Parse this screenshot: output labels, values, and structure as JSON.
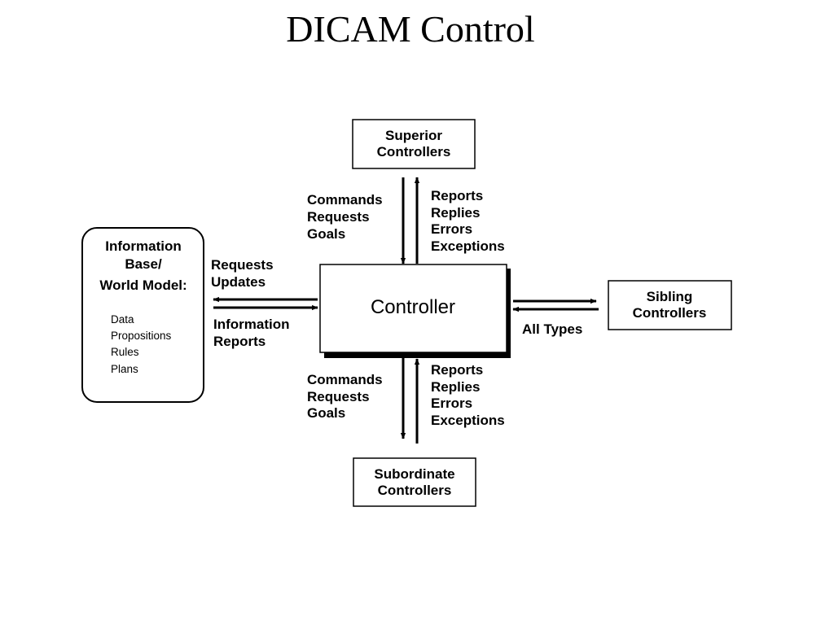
{
  "slide": {
    "title": "DICAM Control"
  },
  "nodes": {
    "superior": {
      "lines": [
        "Superior",
        "Controllers"
      ]
    },
    "subordinate": {
      "lines": [
        "Subordinate",
        "Controllers"
      ]
    },
    "sibling": {
      "lines": [
        "Sibling",
        "Controllers"
      ]
    },
    "controller": {
      "label": "Controller"
    },
    "info_base": {
      "lines": [
        "Information",
        "Base/",
        "World Model:"
      ],
      "items": [
        "Data",
        "Propositions",
        "Rules",
        "Plans"
      ]
    }
  },
  "links": {
    "superior_down": [
      "Commands",
      "Requests",
      "Goals"
    ],
    "superior_up": [
      "Reports",
      "Replies",
      "Errors",
      "Exceptions"
    ],
    "subordinate_down": [
      "Commands",
      "Requests",
      "Goals"
    ],
    "subordinate_up": [
      "Reports",
      "Replies",
      "Errors",
      "Exceptions"
    ],
    "info_to_base": [
      "Requests",
      "Updates"
    ],
    "info_from_base": [
      "Information",
      "Reports"
    ],
    "sibling": [
      "All Types"
    ]
  }
}
